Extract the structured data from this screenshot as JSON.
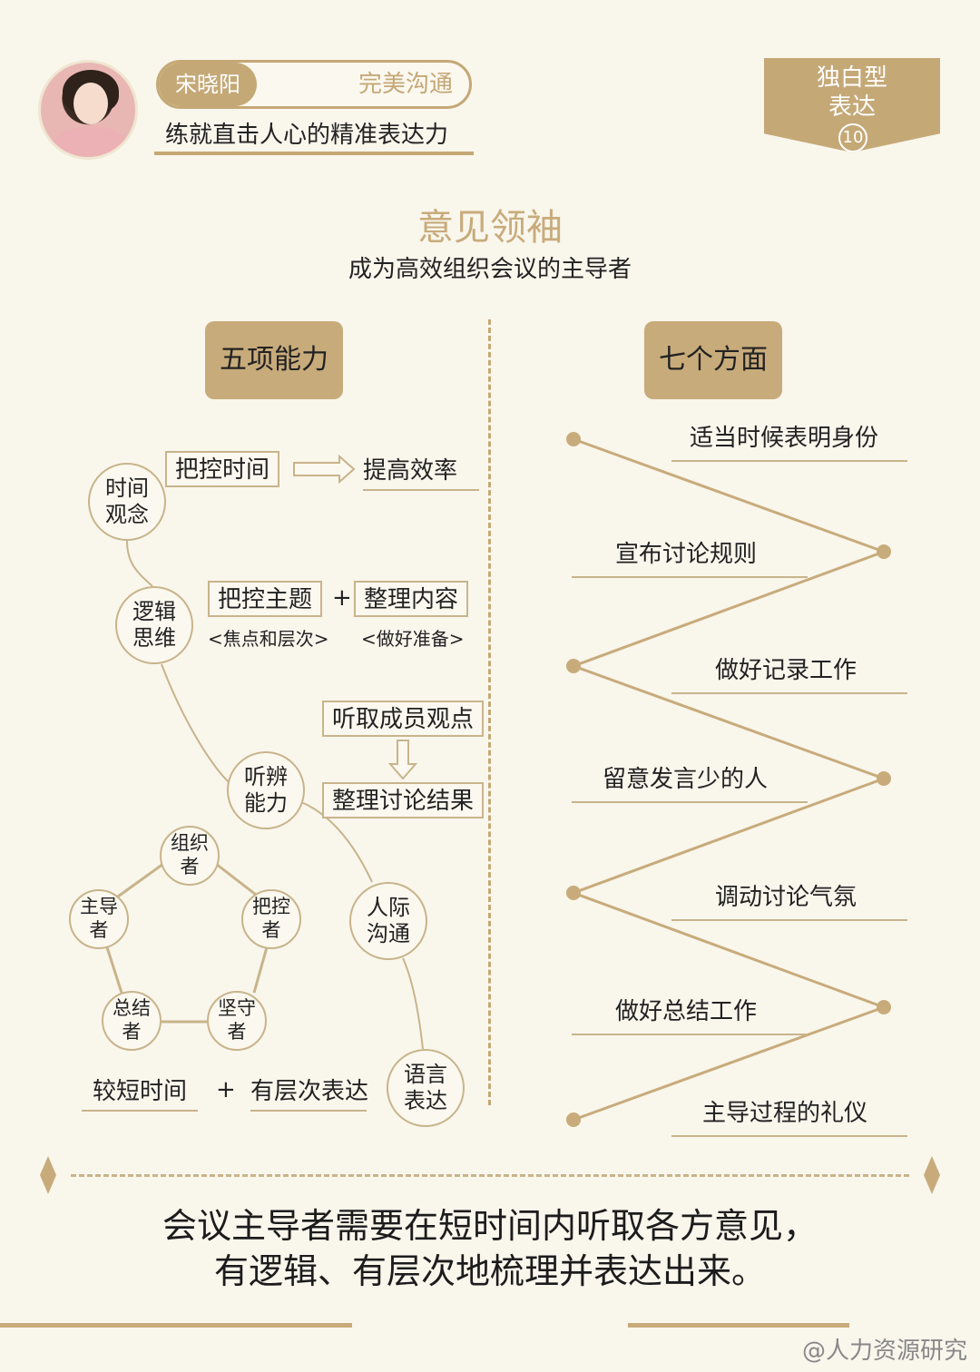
{
  "header": {
    "speaker": "宋晓阳",
    "tagline": "完美沟通",
    "subtitle": "练就直击人心的精准表达力",
    "badge_line1": "独白型",
    "badge_line2": "表达",
    "badge_number": "10"
  },
  "title": {
    "main": "意见领袖",
    "sub": "成为高效组织会议的主导者"
  },
  "left": {
    "heading": "五项能力",
    "abilities": [
      {
        "line1": "时间",
        "line2": "观念"
      },
      {
        "line1": "逻辑",
        "line2": "思维"
      },
      {
        "line1": "听辨",
        "line2": "能力"
      },
      {
        "line1": "人际",
        "line2": "沟通"
      },
      {
        "line1": "语言",
        "line2": "表达"
      }
    ],
    "time_control": "把控时间",
    "time_result": "提高效率",
    "topic_control": "把控主题",
    "topic_note": "<焦点和层次>",
    "organize_content": "整理内容",
    "organize_note": "<做好准备>",
    "plus": "+",
    "listen": "听取成员观点",
    "summarize": "整理讨论结果",
    "roles": [
      {
        "line1": "组织",
        "line2": "者"
      },
      {
        "line1": "把控",
        "line2": "者"
      },
      {
        "line1": "坚守",
        "line2": "者"
      },
      {
        "line1": "总结",
        "line2": "者"
      },
      {
        "line1": "主导",
        "line2": "者"
      }
    ],
    "short_time": "较短时间",
    "layered": "有层次表达"
  },
  "right": {
    "heading": "七个方面",
    "aspects": [
      "适当时候表明身份",
      "宣布讨论规则",
      "做好记录工作",
      "留意发言少的人",
      "调动讨论气氛",
      "做好总结工作",
      "主导过程的礼仪"
    ]
  },
  "conclusion": {
    "line1": "会议主导者需要在短时间内听取各方意见，",
    "line2": "有逻辑、有层次地梳理并表达出来。"
  },
  "watermark": "@人力资源研究",
  "colors": {
    "background": "#f9f6ec",
    "gold": "#c4a876",
    "text": "#1c1c1c"
  }
}
